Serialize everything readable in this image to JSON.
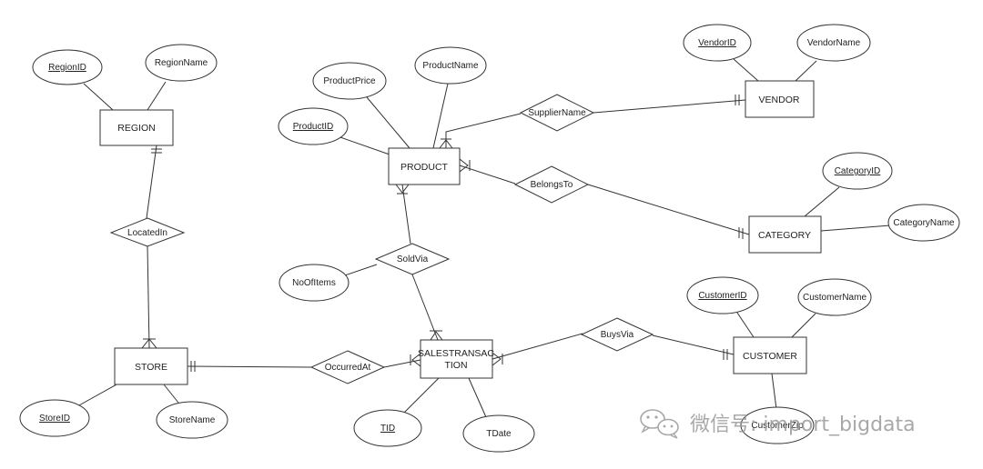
{
  "entities": {
    "region": "REGION",
    "store": "STORE",
    "product": "PRODUCT",
    "vendor": "VENDOR",
    "category": "CATEGORY",
    "sales_line1": "SALESTRANSAC",
    "sales_line2": "TION",
    "customer": "CUSTOMER"
  },
  "relationships": {
    "located_in": "LocatedIn",
    "supplier_name": "SupplierName",
    "belongs_to": "BelongsTo",
    "sold_via": "SoldVia",
    "occurred_at": "OccurredAt",
    "buys_via": "BuysVia"
  },
  "attributes": {
    "region_id": "RegionID",
    "region_name": "RegionName",
    "product_price": "ProductPrice",
    "product_name": "ProductName",
    "product_id": "ProductID",
    "vendor_id": "VendorID",
    "vendor_name": "VendorName",
    "category_id": "CategoryID",
    "category_name": "CategoryName",
    "no_of_items": "NoOfItems",
    "customer_id": "CustomerID",
    "customer_name": "CustomerName",
    "customer_zip": "CustomerZip",
    "store_id": "StoreID",
    "store_name": "StoreName",
    "tid": "TID",
    "tdate": "TDate"
  },
  "watermark": {
    "text": "微信号: import_bigdata",
    "icon": "wechat-icon"
  }
}
